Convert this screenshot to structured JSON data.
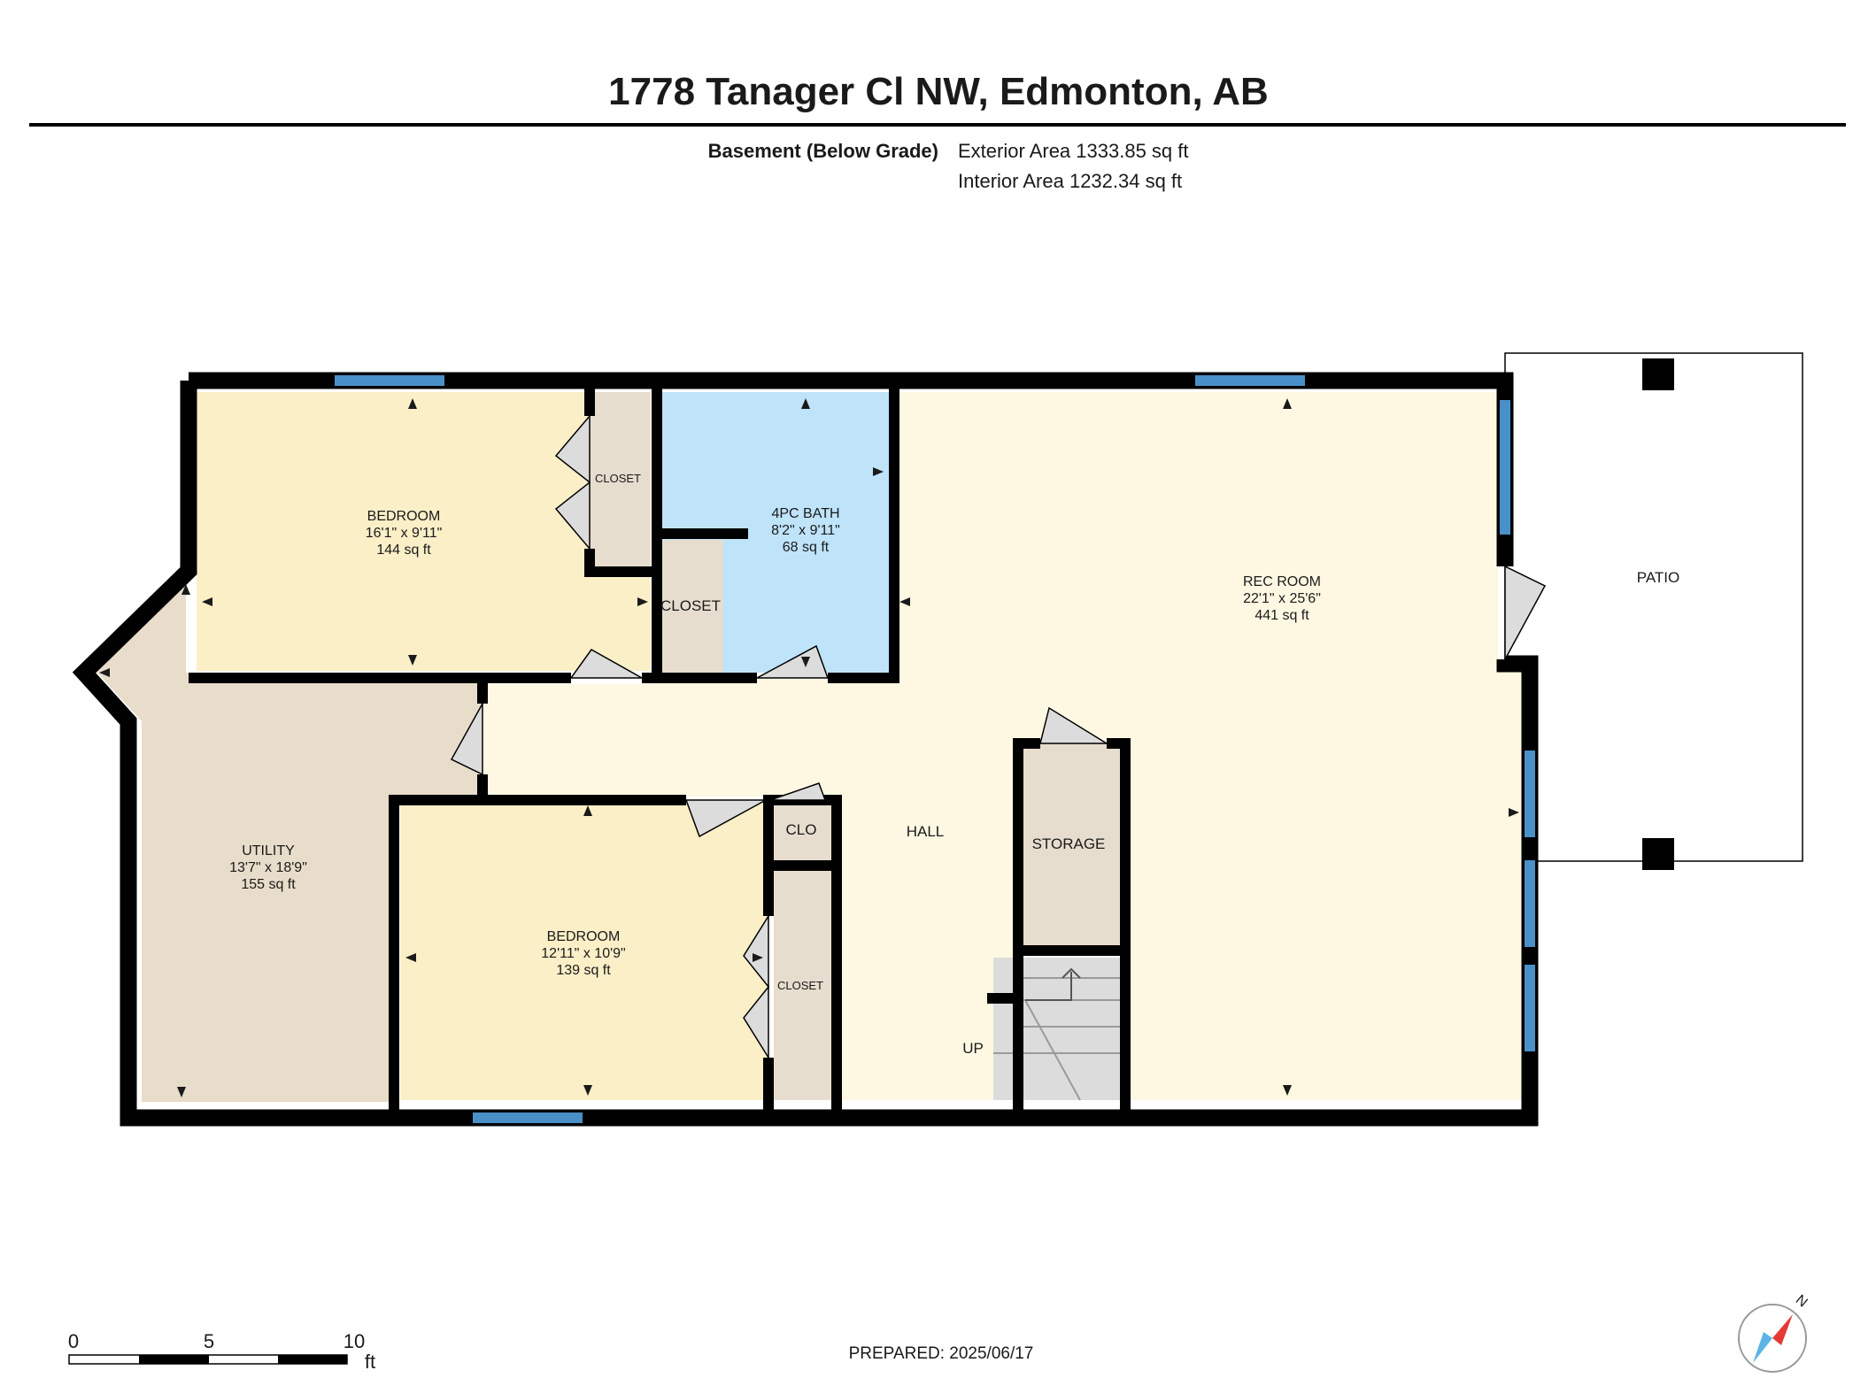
{
  "title": "1778 Tanager Cl NW, Edmonton, AB",
  "level": "Basement (Below Grade)",
  "exterior_area": "Exterior Area 1333.85 sq ft",
  "interior_area": "Interior Area 1232.34 sq ft",
  "rooms": {
    "bedroom1": {
      "name": "BEDROOM",
      "dims": "16'1\" x 9'11\"",
      "area": "144 sq ft"
    },
    "closet1": {
      "name": "CLOSET"
    },
    "bath": {
      "name": "4PC BATH",
      "dims": "8'2\" x 9'11\"",
      "area": "68 sq ft"
    },
    "closet2": {
      "name": "CLOSET"
    },
    "rec": {
      "name": "REC ROOM",
      "dims": "22'1\" x 25'6\"",
      "area": "441 sq ft"
    },
    "patio": {
      "name": "PATIO"
    },
    "utility": {
      "name": "UTILITY",
      "dims": "13'7\" x 18'9\"",
      "area": "155 sq ft"
    },
    "bedroom2": {
      "name": "BEDROOM",
      "dims": "12'11\" x 10'9\"",
      "area": "139 sq ft"
    },
    "clo": {
      "name": "CLO"
    },
    "closet3": {
      "name": "CLOSET"
    },
    "hall": {
      "name": "HALL"
    },
    "storage": {
      "name": "STORAGE"
    },
    "stairs": {
      "name": "UP"
    }
  },
  "scale": {
    "ticks": [
      "0",
      "5",
      "10"
    ],
    "unit": "ft"
  },
  "prepared": "PREPARED: 2025/06/17",
  "compass": {
    "label": "N"
  },
  "colors": {
    "wall": "#000000",
    "bedroom": "#fbefc8",
    "bath": "#bfe3f9",
    "closet": "#e7ddce",
    "utility": "#e8dcca",
    "hall": "#fef8e2",
    "window": "#4a90c8",
    "compass_red": "#e53935",
    "compass_blue": "#5bb4e5"
  }
}
